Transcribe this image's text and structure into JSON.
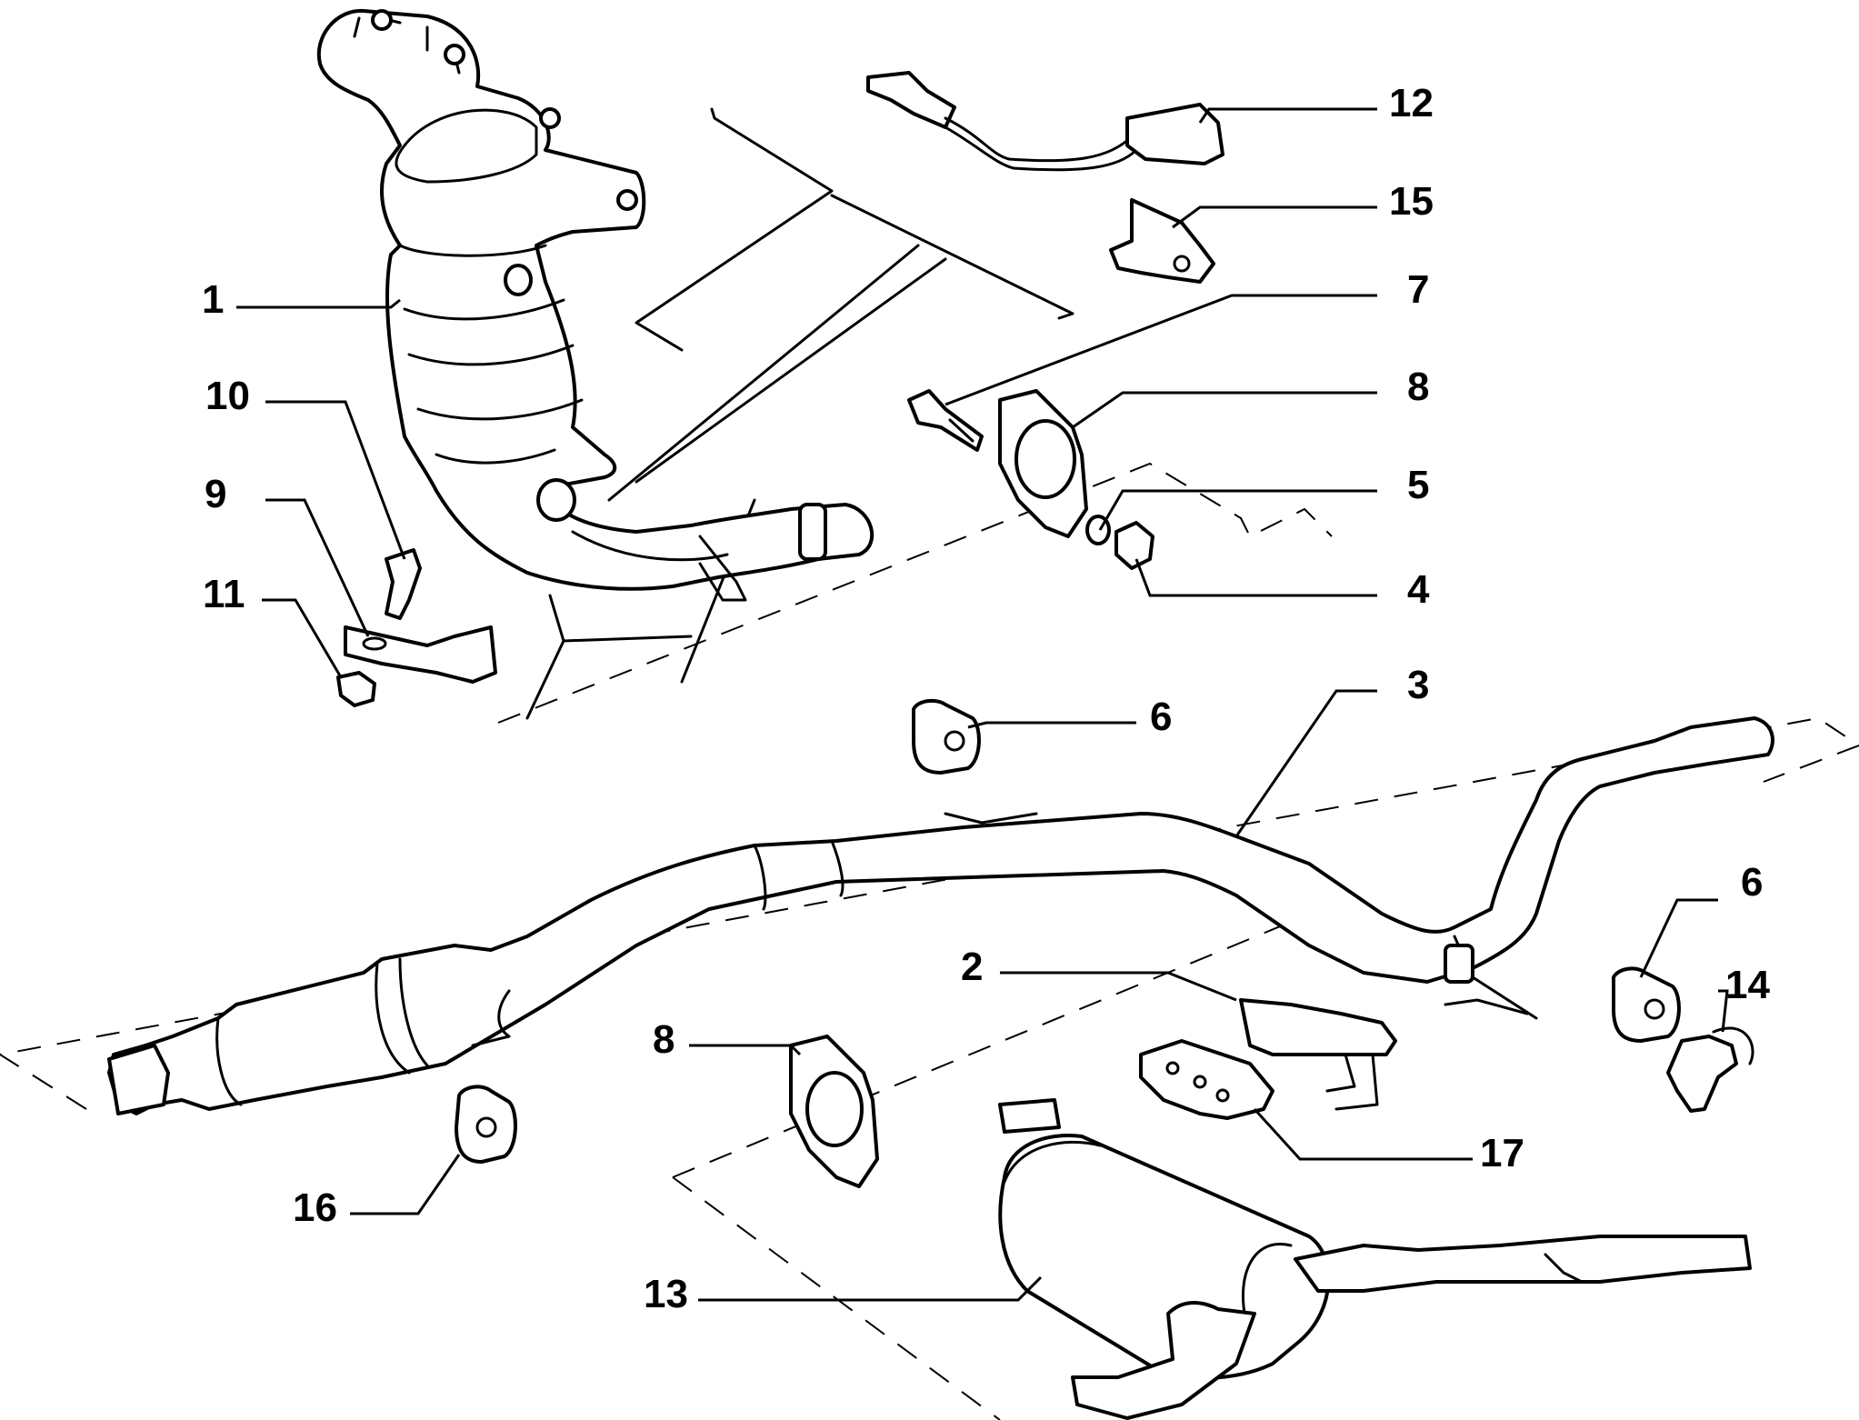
{
  "callouts": [
    {
      "id": "c1",
      "label": "1"
    },
    {
      "id": "c10",
      "label": "10"
    },
    {
      "id": "c9",
      "label": "9"
    },
    {
      "id": "c11",
      "label": "11"
    },
    {
      "id": "c12",
      "label": "12"
    },
    {
      "id": "c15",
      "label": "15"
    },
    {
      "id": "c7",
      "label": "7"
    },
    {
      "id": "c8a",
      "label": "8"
    },
    {
      "id": "c5",
      "label": "5"
    },
    {
      "id": "c4",
      "label": "4"
    },
    {
      "id": "c3",
      "label": "3"
    },
    {
      "id": "c6a",
      "label": "6"
    },
    {
      "id": "c6b",
      "label": "6"
    },
    {
      "id": "c14",
      "label": "14"
    },
    {
      "id": "c2",
      "label": "2"
    },
    {
      "id": "c8b",
      "label": "8"
    },
    {
      "id": "c17",
      "label": "17"
    },
    {
      "id": "c16",
      "label": "16"
    },
    {
      "id": "c13",
      "label": "13"
    }
  ]
}
